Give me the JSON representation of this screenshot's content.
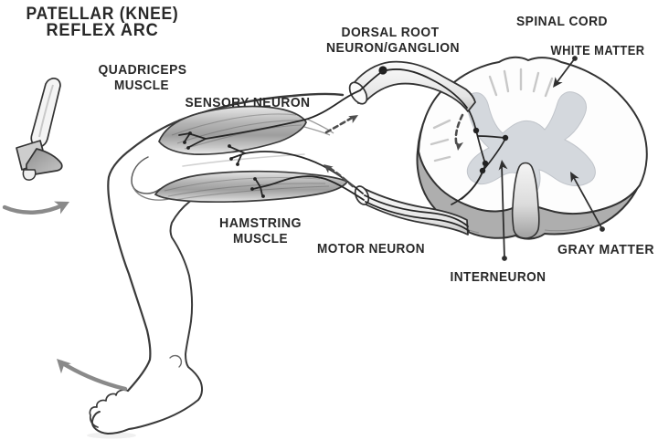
{
  "title": {
    "line1": "PATELLAR (KNEE)",
    "line2": "REFLEX ARC"
  },
  "labels": {
    "quadriceps_line1": "QUADRICEPS",
    "quadriceps_line2": "MUSCLE",
    "sensory_neuron": "SENSORY NEURON",
    "dorsal_root_line1": "DORSAL ROOT",
    "dorsal_root_line2": "NEURON/GANGLION",
    "spinal_cord": "SPINAL CORD",
    "white_matter": "WHITE MATTER",
    "hamstring_line1": "HAMSTRING",
    "hamstring_line2": "MUSCLE",
    "motor_neuron": "MOTOR NEURON",
    "interneuron": "INTERNEURON",
    "gray_matter": "GRAY MATTER"
  },
  "icons": {
    "reflex_hammer": "reflex-hammer",
    "swing_arrow": "hammer-swing-arrow",
    "kick_arrow": "leg-kick-arrow",
    "sensory_direction_arrow": "dashed-arrow-toward-cord",
    "motor_direction_arrow": "dashed-arrow-toward-muscle",
    "interneuron_direction_arrow": "dashed-arrow-down-in-cord"
  },
  "colors": {
    "ink": "#2a2a2a",
    "paper": "#ffffff",
    "gray_matter_fill": "#d4d8dd",
    "cord_edge_fill": "#aeaeae",
    "muscle_shade": "#9e9e9e",
    "motion_arrow": "#8a8a8a",
    "dashed_arrow": "#4d4d4d"
  }
}
